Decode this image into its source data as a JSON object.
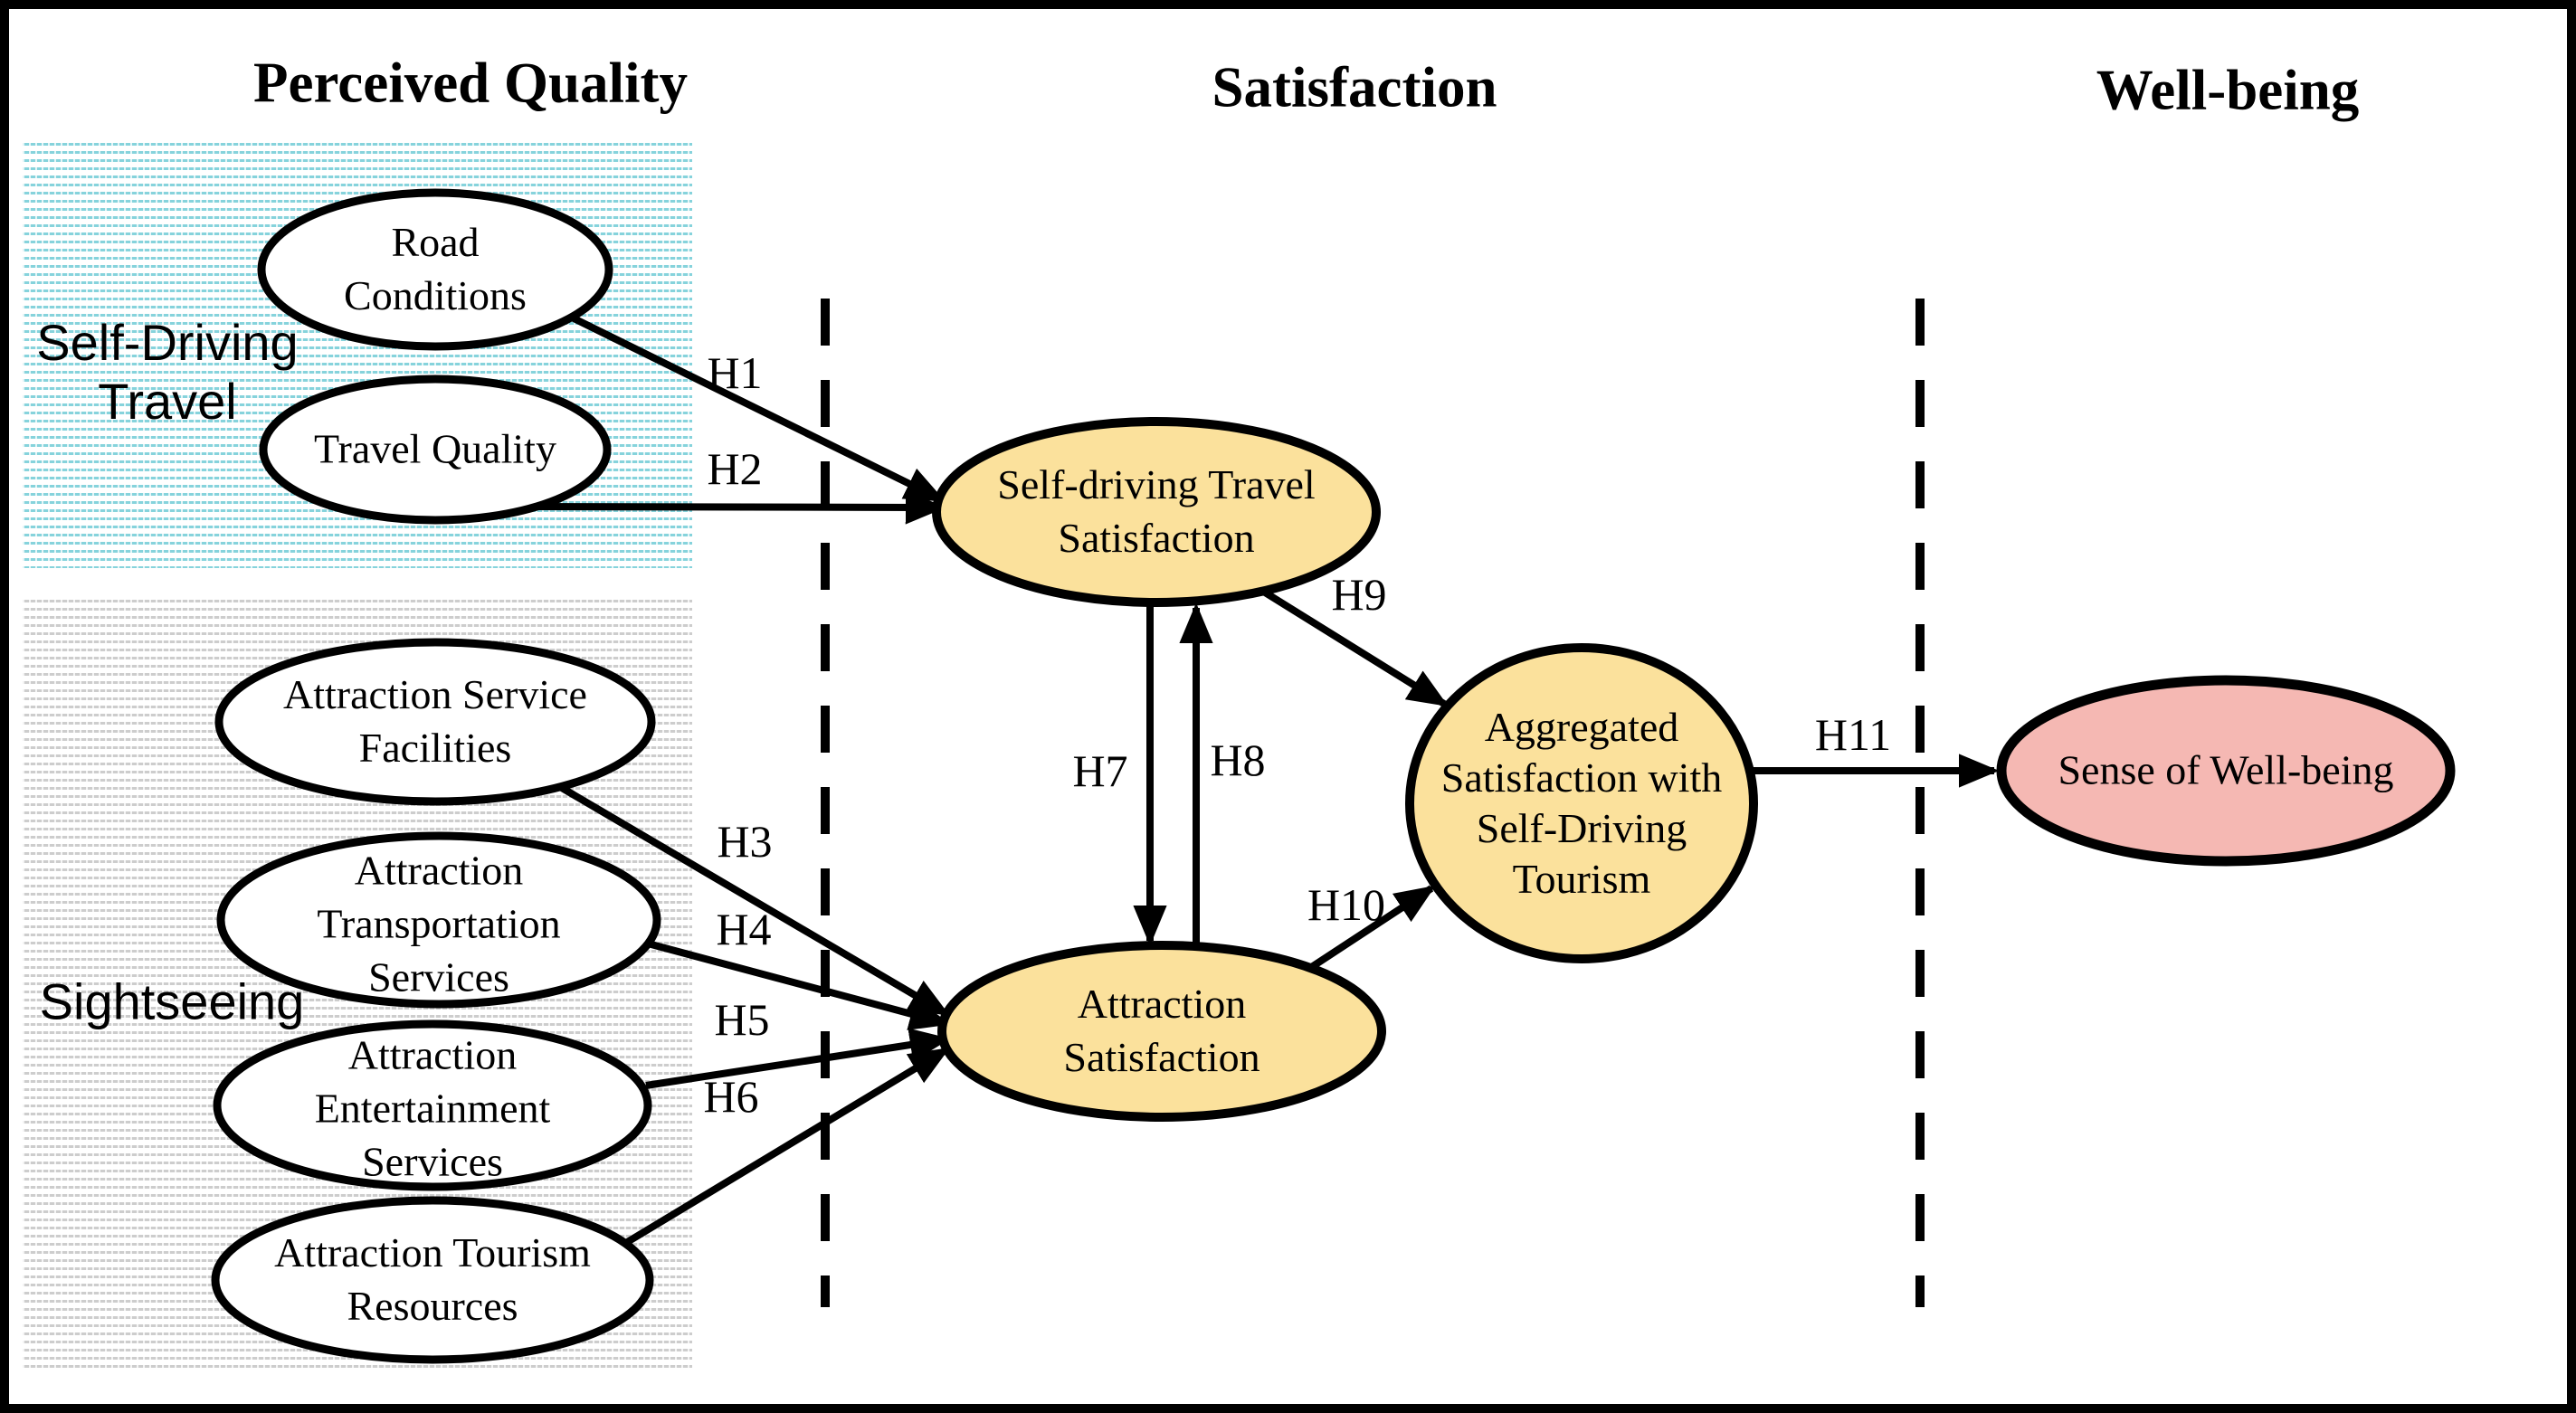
{
  "headers": {
    "perceived_quality": "Perceived Quality",
    "satisfaction": "Satisfaction",
    "well_being": "Well-being"
  },
  "groups": {
    "self_driving_travel": {
      "label": "Self-Driving\nTravel"
    },
    "sightseeing": {
      "label": "Sightseeing"
    }
  },
  "nodes": {
    "road_conditions": {
      "label": "Road\nConditions",
      "fill": "white"
    },
    "travel_quality": {
      "label": "Travel Quality",
      "fill": "white"
    },
    "attraction_service_facilities": {
      "label": "Attraction Service\nFacilities",
      "fill": "white"
    },
    "attraction_transportation_services": {
      "label": "Attraction\nTransportation\nServices",
      "fill": "white"
    },
    "attraction_entertainment_services": {
      "label": "Attraction\nEntertainment\nServices",
      "fill": "white"
    },
    "attraction_tourism_resources": {
      "label": "Attraction Tourism\nResources",
      "fill": "white"
    },
    "self_driving_travel_satisfaction": {
      "label": "Self-driving Travel\nSatisfaction",
      "fill": "yellow"
    },
    "attraction_satisfaction": {
      "label": "Attraction\nSatisfaction",
      "fill": "yellow"
    },
    "aggregated_satisfaction": {
      "label": "Aggregated\nSatisfaction with\nSelf-Driving\nTourism",
      "fill": "yellow"
    },
    "sense_of_well_being": {
      "label": "Sense of Well-being",
      "fill": "pink"
    }
  },
  "edges": [
    {
      "id": "H1",
      "label": "H1",
      "from": "road_conditions",
      "to": "self_driving_travel_satisfaction"
    },
    {
      "id": "H2",
      "label": "H2",
      "from": "travel_quality",
      "to": "self_driving_travel_satisfaction"
    },
    {
      "id": "H3",
      "label": "H3",
      "from": "attraction_service_facilities",
      "to": "attraction_satisfaction"
    },
    {
      "id": "H4",
      "label": "H4",
      "from": "attraction_transportation_services",
      "to": "attraction_satisfaction"
    },
    {
      "id": "H5",
      "label": "H5",
      "from": "attraction_entertainment_services",
      "to": "attraction_satisfaction"
    },
    {
      "id": "H6",
      "label": "H6",
      "from": "attraction_tourism_resources",
      "to": "attraction_satisfaction"
    },
    {
      "id": "H7",
      "label": "H7",
      "from": "self_driving_travel_satisfaction",
      "to": "attraction_satisfaction"
    },
    {
      "id": "H8",
      "label": "H8",
      "from": "attraction_satisfaction",
      "to": "self_driving_travel_satisfaction"
    },
    {
      "id": "H9",
      "label": "H9",
      "from": "self_driving_travel_satisfaction",
      "to": "aggregated_satisfaction"
    },
    {
      "id": "H10",
      "label": "H10",
      "from": "attraction_satisfaction",
      "to": "aggregated_satisfaction"
    },
    {
      "id": "H11",
      "label": "H11",
      "from": "aggregated_satisfaction",
      "to": "sense_of_well_being"
    }
  ],
  "colors": {
    "node_yellow": "#FBE19C",
    "node_pink": "#F5B8B3",
    "node_white": "#FFFFFF",
    "outline": "#000000",
    "pattern_blue": "#86D3DC",
    "pattern_gray": "#CDCDCD"
  }
}
